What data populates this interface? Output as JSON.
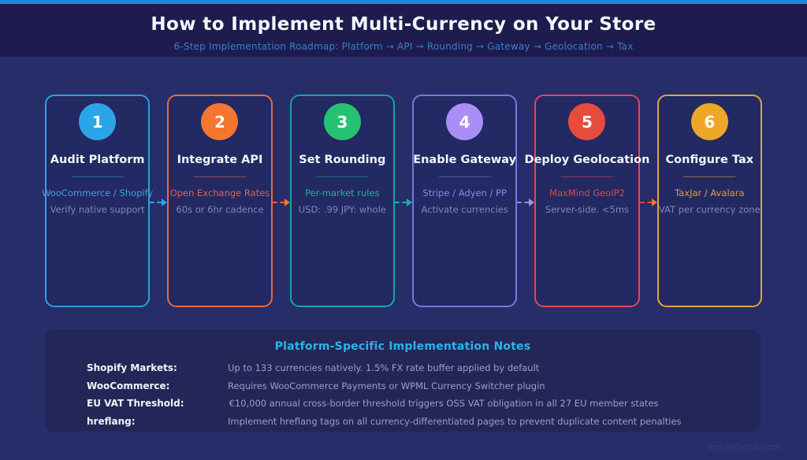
{
  "header": {
    "title": "How to Implement Multi-Currency on Your Store",
    "subtitle": "6-Step Implementation Roadmap: Platform → API → Rounding → Gateway → Geolocation → Tax"
  },
  "colors": {
    "top_strip": "#1e86d8",
    "header_bg": "#1e1b4e",
    "page_bg": "#262d69",
    "card_bg": "#232962",
    "panel_bg": "#222757",
    "notes_title": "#2ab4ea",
    "subtitle": "#3b7ecc",
    "muted_text": "#7f87b5"
  },
  "steps": [
    {
      "number": "1",
      "title": "Audit Platform",
      "line1": "WooCommerce / Shopify",
      "line2": "Verify native support",
      "border": "#2e9fe0",
      "circle": "#2aa6e8",
      "accent": "#3f9fdc"
    },
    {
      "number": "2",
      "title": "Integrate API",
      "line1": "Open Exchange Rates",
      "line2": "60s or 6hr cadence",
      "border": "#e86a44",
      "circle": "#f5762e",
      "accent": "#e0614e"
    },
    {
      "number": "3",
      "title": "Set Rounding",
      "line1": "Per-market rules",
      "line2": "USD: .99 JPY: whole",
      "border": "#14a797",
      "circle": "#25c274",
      "accent": "#1db3a0"
    },
    {
      "number": "4",
      "title": "Enable Gateway",
      "line1": "Stripe / Adyen / PP",
      "line2": "Activate currencies",
      "border": "#8273dd",
      "circle": "#a98ef5",
      "accent": "#8f87e8"
    },
    {
      "number": "5",
      "title": "Deploy Geolocation",
      "line1": "MaxMind GeoIP2",
      "line2": "Server-side. <5ms",
      "border": "#e4475a",
      "circle": "#e64b3c",
      "accent": "#d94b4b"
    },
    {
      "number": "6",
      "title": "Configure Tax",
      "line1": "TaxJar / Avalara",
      "line2": "VAT per currency zone",
      "border": "#e3a23e",
      "circle": "#eea727",
      "accent": "#dd9f3e"
    }
  ],
  "notes": {
    "title": "Platform-Specific Implementation Notes",
    "rows": [
      {
        "label": "Shopify Markets:",
        "value": "Up to 133 currencies natively. 1.5% FX rate buffer applied by default"
      },
      {
        "label": "WooCommerce:",
        "value": "Requires WooCommerce Payments or WPML Currency Switcher plugin"
      },
      {
        "label": "EU VAT Threshold:",
        "value": "€10,000 annual cross-border threshold triggers OSS VAT obligation in all 27 EU member states"
      },
      {
        "label": "hreflang:",
        "value": "Implement hreflang tags on all currency-differentiated pages to prevent duplicate content penalties"
      }
    ]
  },
  "watermark": "indirectech.com"
}
